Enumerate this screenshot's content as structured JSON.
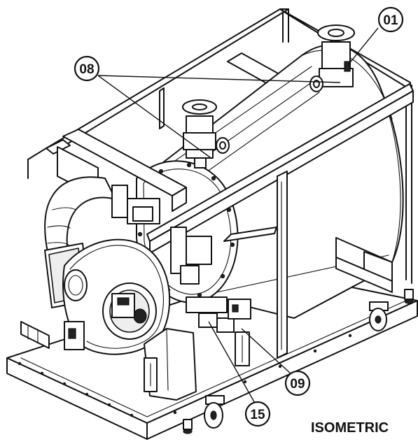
{
  "drawing": {
    "view_label": "ISOMETRIC",
    "callouts": [
      {
        "id": "01",
        "label": "01"
      },
      {
        "id": "08",
        "label": "08"
      },
      {
        "id": "09",
        "label": "09"
      },
      {
        "id": "15",
        "label": "15"
      }
    ]
  }
}
